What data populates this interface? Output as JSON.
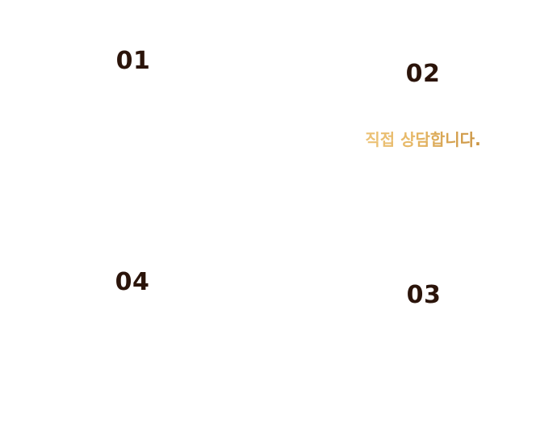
{
  "steps": [
    {
      "number": "01",
      "description": ""
    },
    {
      "number": "02",
      "description": "직접 상담합니다."
    },
    {
      "number": "03",
      "description": ""
    },
    {
      "number": "04",
      "description": ""
    }
  ],
  "colors": {
    "number_text": "#2b140a",
    "gold_light": "#f1cc86",
    "gold_dark": "#b97d2a",
    "background": "#ffffff"
  }
}
